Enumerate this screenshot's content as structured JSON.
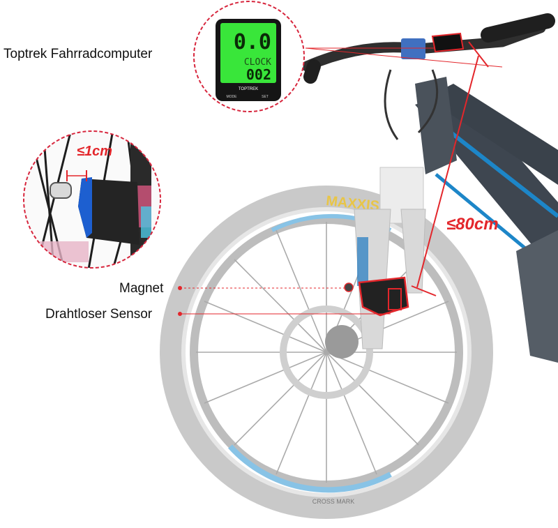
{
  "callouts": {
    "computer": "Toptrek Fahrradcomputer",
    "magnet": "Magnet",
    "sensor": "Drahtloser Sensor"
  },
  "measurements": {
    "gap": "≤1cm",
    "distance": "≤80cm"
  },
  "display": {
    "speed": "0.0",
    "clock_label": "CLOCK",
    "clock_value": "002",
    "brand": "TOPTREK",
    "mode_button": "MODE",
    "set_button": "SET"
  },
  "tire": {
    "brand": "MAXXIS",
    "model": "CROSS MARK"
  },
  "colors": {
    "accent_red": "#e3262b",
    "lcd_green": "#39e63a",
    "frame_blue": "#1d86c8"
  }
}
